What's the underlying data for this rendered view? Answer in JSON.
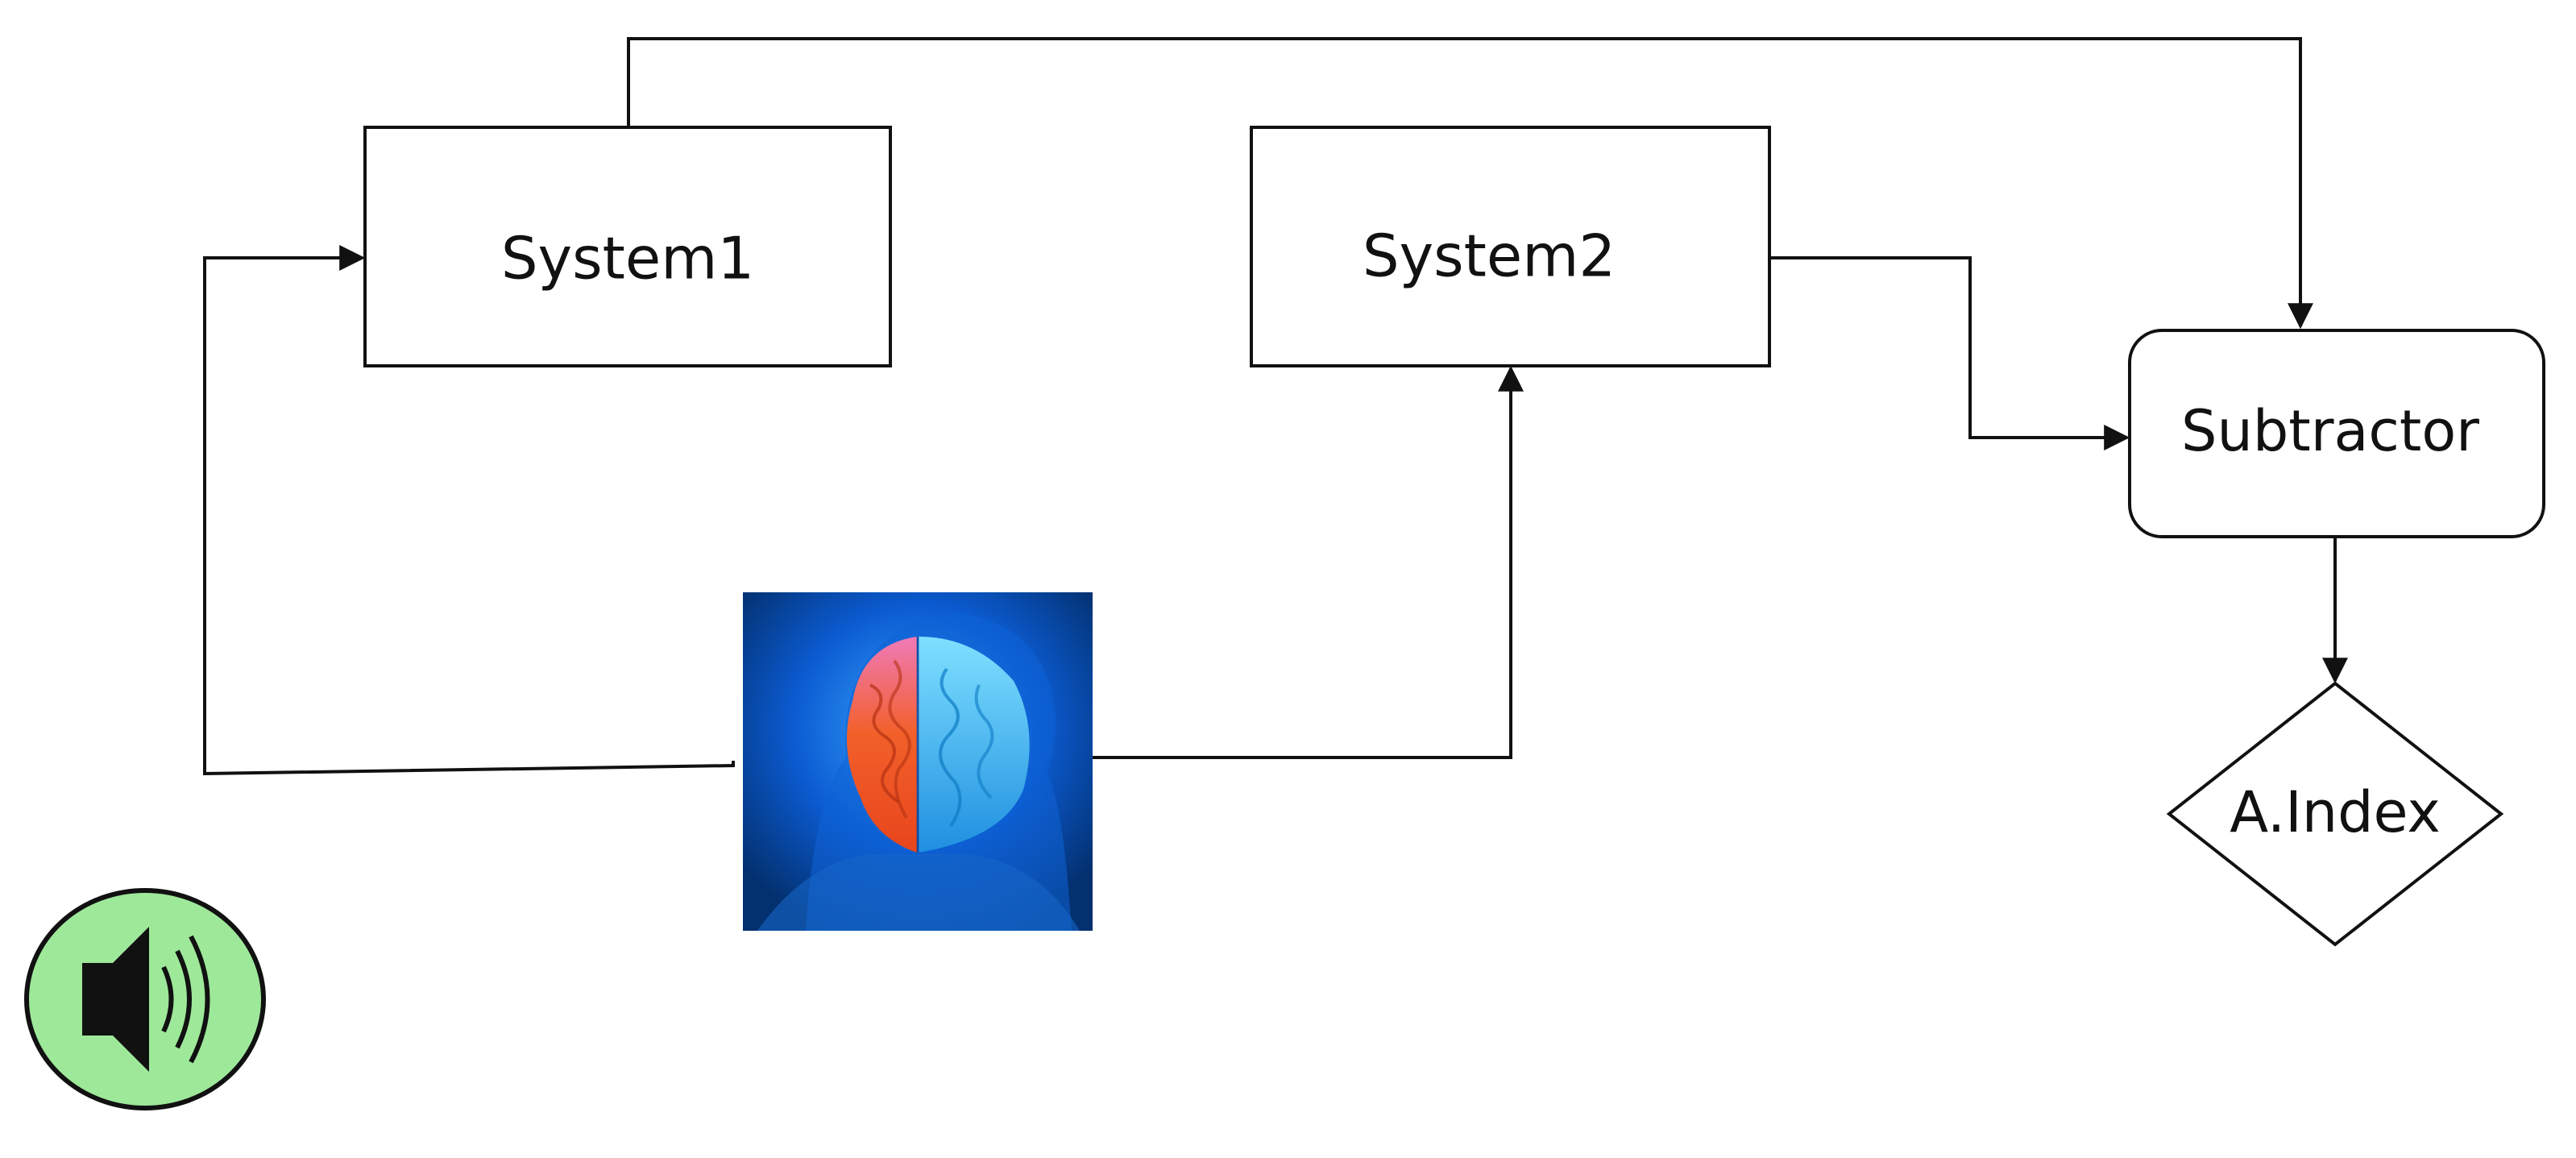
{
  "diagram": {
    "nodes": {
      "system1": {
        "label": "System1"
      },
      "system2": {
        "label": "System2"
      },
      "subtractor": {
        "label": "Subtractor"
      },
      "aindex": {
        "label": "A.Index"
      }
    },
    "icons": {
      "brain": "brain-icon",
      "speaker": "speaker-icon"
    },
    "colors": {
      "stroke": "#111111",
      "speaker_fill": "#9ee89a",
      "brain_bg": "#0a4fbf",
      "brain_left": "#f2602a",
      "brain_left_top": "#f07ab8",
      "brain_right": "#2ab6f0"
    }
  }
}
